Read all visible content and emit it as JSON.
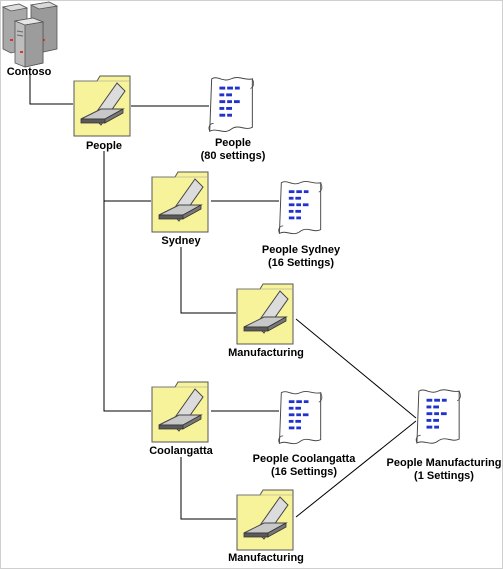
{
  "nodes": {
    "server": {
      "label": "Contoso"
    },
    "people_ou": {
      "label": "People"
    },
    "people_policy": {
      "line1": "People",
      "line2": "(80 settings)"
    },
    "sydney_ou": {
      "label": "Sydney"
    },
    "sydney_policy": {
      "line1": "People Sydney",
      "line2": "(16 Settings)"
    },
    "sydney_manufacturing_ou": {
      "label": "Manufacturing"
    },
    "coolangatta_ou": {
      "label": "Coolangatta"
    },
    "coolangatta_policy": {
      "line1": "People Coolangatta",
      "line2": "(16 Settings)"
    },
    "coolangatta_manufacturing_ou": {
      "label": "Manufacturing"
    },
    "manufacturing_policy": {
      "line1": "People Manufacturing",
      "line2": "(1 Settings)"
    }
  },
  "colors": {
    "folder_fill": "#f7f39a",
    "folder_stroke": "#555555",
    "scroll_fill": "#ffffff",
    "scroll_dash": "#2233cc",
    "line": "#000000"
  },
  "icons": {
    "server": "server-icon",
    "folder": "open-folder-icon",
    "policy": "scroll-document-icon"
  }
}
